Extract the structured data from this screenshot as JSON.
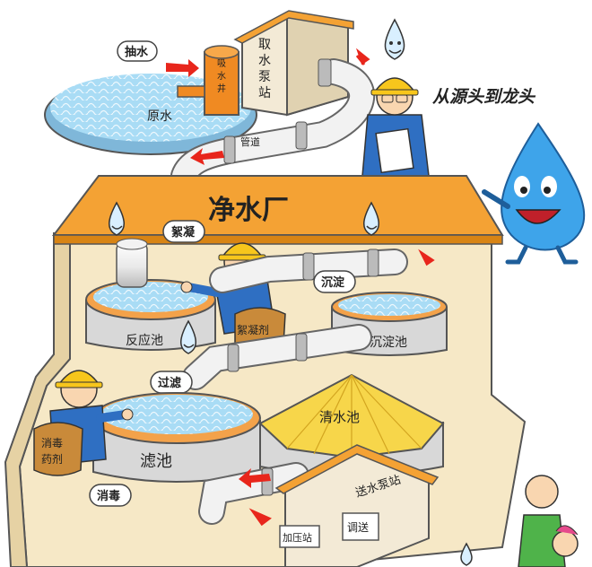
{
  "header": {
    "slogan": "从源头到龙头"
  },
  "plant": {
    "title": "净水厂"
  },
  "source": {
    "pump_label": "抽水",
    "reservoir_label": "原水",
    "intake_station_label": "取水泵站",
    "well_label": "吸水井",
    "pipe_label": "管道"
  },
  "treatment": {
    "coagulation_label": "絮凝",
    "reaction_tank_label": "反应池",
    "coagulant_label": "絮凝剂",
    "sedimentation_label": "沉淀",
    "sedimentation_tank_label": "沉淀池",
    "filtration_label": "过滤",
    "filter_tank_label": "滤池",
    "clear_water_tank_label": "清水池",
    "disinfectant_label": "消毒药剂",
    "disinfection_label": "消毒"
  },
  "distribution": {
    "delivery_station_label": "送水泵站",
    "dispatch_label": "调送",
    "booster_label": "加压站"
  },
  "colors": {
    "water": "#a9dcf5",
    "tank_wall": "#d8d8d8",
    "roof": "#f4a234",
    "ground": "#f6e8c6",
    "arrow": "#e8261c",
    "helmet": "#f7c61c",
    "droplet": "#3ea4ea",
    "clear_roof": "#f7d64a",
    "jacket": "#2f6fc2"
  }
}
